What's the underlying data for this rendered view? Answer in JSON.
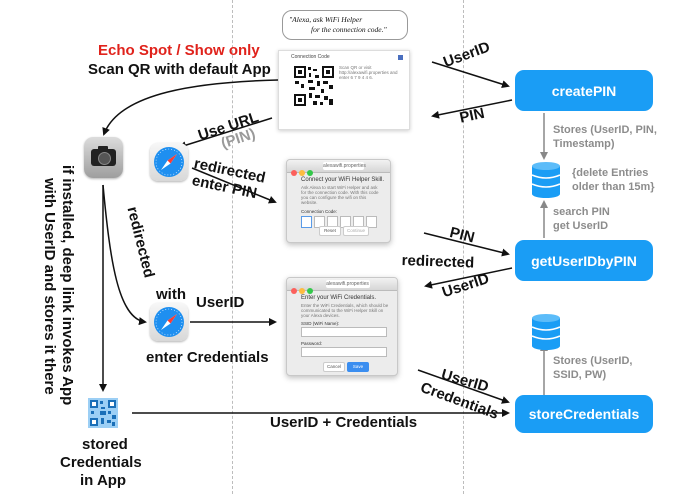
{
  "alexa_bubble": {
    "line1": "\"Alexa, ask WiFi Helper",
    "line2": "for the connection code.\""
  },
  "echo_screen": {
    "title": "Connection Code",
    "text": "Scan QR or visit http://alexawifi.properties and enter 6 7 9 4 4 6."
  },
  "top_left": {
    "highlight": "Echo Spot / Show only",
    "highlight_color": "#e0221b",
    "subtitle": "Scan QR with default App"
  },
  "labels": {
    "use_url": "Use URL",
    "pin_paren": "(PIN)",
    "redirected_enter_pin_1": "redirected",
    "redirected_enter_pin_2": "enter PIN",
    "redirected_vertical": "redirected",
    "with": "with",
    "userid_mid": "UserID",
    "enter_credentials": "enter Credentials",
    "deep_link_1": "if installed, deep link invokes App",
    "deep_link_2": "with UserID and stores it there",
    "stored_1": "stored",
    "stored_2": "Credentials",
    "stored_3": "in App",
    "userid_plus_credentials": "UserID + Credentials"
  },
  "arrows": {
    "userid_top": "UserID",
    "pin_top": "PIN",
    "pin_mid": "PIN",
    "redirected_mid": "redirected",
    "userid_mid_right": "UserID",
    "userid_low": "UserID",
    "credentials_low": "Credentials"
  },
  "services": {
    "create_pin": "createPIN",
    "get_userid_by_pin": "getUserIDbyPIN",
    "store_credentials": "storeCredentials",
    "color": "#1a9df5"
  },
  "notes": {
    "stores_pin": [
      "Stores (UserID, PIN,",
      "Timestamp)"
    ],
    "delete_entries": [
      "{delete Entries",
      "older than 15m}"
    ],
    "search_pin": [
      "search PIN",
      "get UserID"
    ],
    "stores_creds": [
      "Stores (UserID,",
      "SSID, PW)"
    ]
  },
  "pin_dialog": {
    "url": "alexawifi.properties",
    "title": "Connect your WiFi Helper Skill.",
    "desc": "Ask Alexa to start WiFi Helper and ask for the connection code. With this code you can configure the wifi on this website.",
    "code_label": "Connection Code:",
    "reset": "Reset",
    "continue": "Continue"
  },
  "cred_dialog": {
    "url": "alexawifi.properties",
    "title": "Enter your WiFi Credentials.",
    "desc": "Enter the WiFi Credentials, which should be communicated to the WiFi Helper Skill on your Alexa devices.",
    "ssid_label": "SSID (WiFi Name):",
    "password_label": "Password:",
    "cancel": "Cancel",
    "save": "Save"
  },
  "icons": [
    "camera-icon",
    "safari-icon",
    "database-icon",
    "qr-code-icon"
  ]
}
